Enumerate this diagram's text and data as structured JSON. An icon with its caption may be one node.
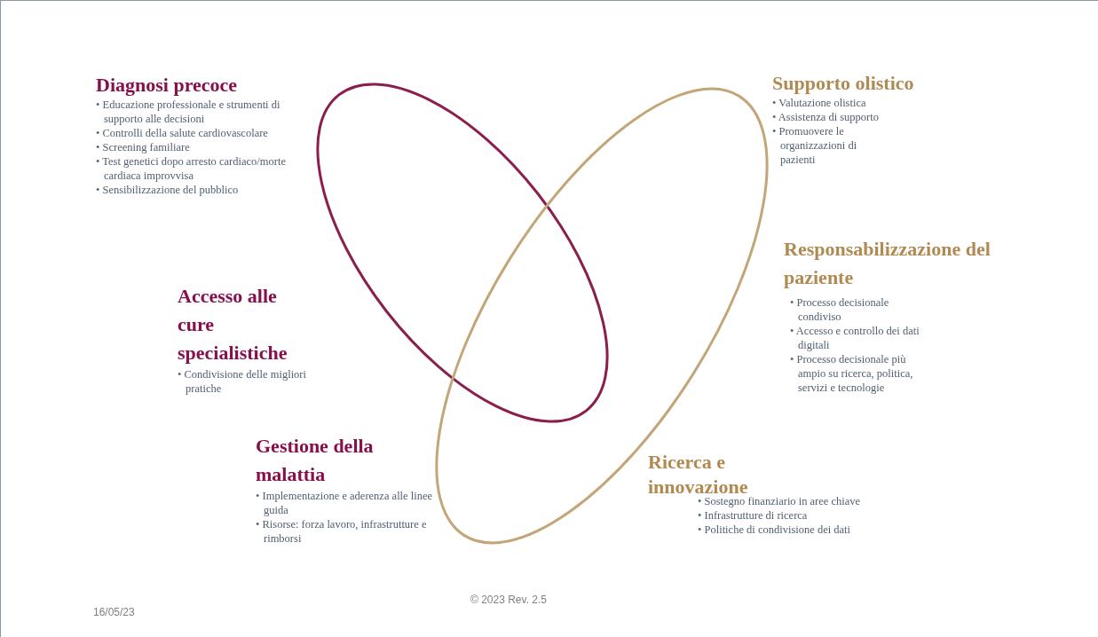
{
  "diagram": {
    "nodes": [
      {
        "text": [],
        "shape": "ellipse"
      },
      {
        "text": [],
        "shape": "ellipse"
      }
    ],
    "labels": [
      "Diagnosi precoce",
      "• Educazione professionale e strumenti di supporto alle decisioni",
      "• Controlli della salute cardiovascolare",
      "• Screening familiare",
      "• Test genetici dopo arresto cardiaco/morte cardiaca improvvisa",
      "• Sensibilizzazione del pubblico",
      "Supporto olistico",
      "• Valutazione olistica",
      "• Assistenza di supporto",
      "• Promuovere le organizzazioni di pazienti",
      "Responsabilizzazione del paziente",
      "• Processo decisionale condiviso",
      "• Accesso e controllo dei dati digitali",
      "• Processo decisionale più ampio su ricerca, politica, servizi e tecnologie",
      "Accesso alle cure specialistiche",
      "• Condivisione delle migliori pratiche",
      "Gestione della malattia",
      "• Implementazione e aderenza alle linee guida",
      "• Risorse: forza lavoro, infrastrutture e rimborsi",
      "Ricerca e innovazione",
      "• Sostegno finanziario in aree chiave",
      "• Infrastrutture di ricerca",
      "• Politiche di condivisione dei dati",
      "16/05/23",
      "© 2023 Rev. 2.5"
    ]
  }
}
